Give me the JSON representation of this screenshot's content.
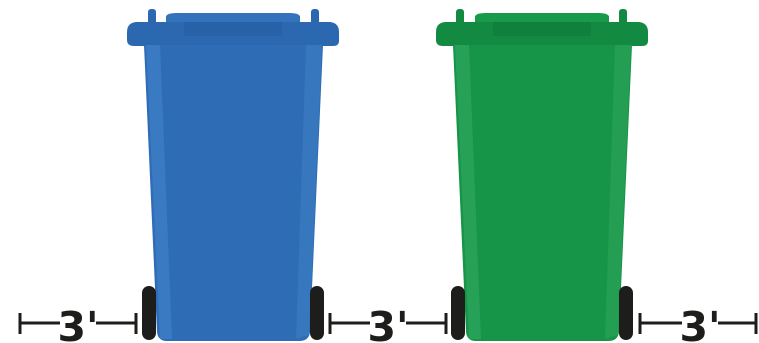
{
  "spacing": {
    "left_gap": "3'",
    "middle_gap": "3'",
    "right_gap": "3'"
  },
  "bins": [
    {
      "name": "blue-bin",
      "body_color": "#2e6db5",
      "lid_color": "#2b68b0"
    },
    {
      "name": "green-bin",
      "body_color": "#169447",
      "lid_color": "#138a41"
    }
  ],
  "colors": {
    "wheel": "#1d1d1b",
    "measure_line": "#1d1d1b"
  }
}
